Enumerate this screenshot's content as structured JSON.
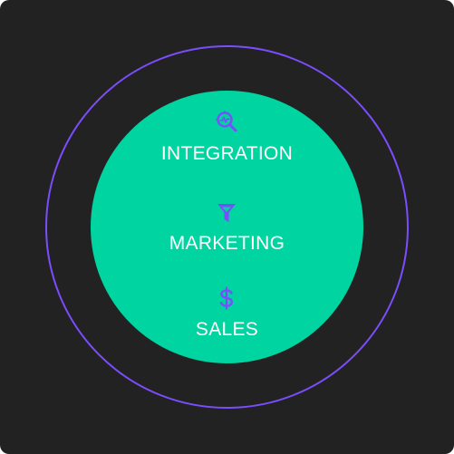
{
  "colors": {
    "background": "#222222",
    "ring": "#7b4dff",
    "disc": "#00d4a0",
    "icon": "#7b4dff",
    "label": "#ffffff"
  },
  "layers": [
    {
      "label": "INTEGRATION",
      "icon": "magnifier-chart-icon"
    },
    {
      "label": "MARKETING",
      "icon": "funnel-icon"
    },
    {
      "label": "SALES",
      "icon": "dollar-icon"
    }
  ]
}
